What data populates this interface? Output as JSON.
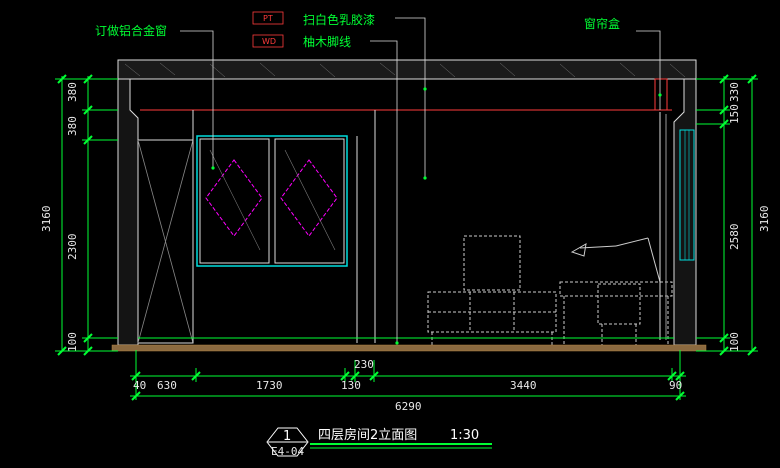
{
  "labels": {
    "window": "订做铝合金窗",
    "paint_code": "PT",
    "paint": "扫白色乳胶漆",
    "skirting_code": "WD",
    "skirting": "柚木脚线",
    "curtain_box": "窗帘盒"
  },
  "dims_left": {
    "d380a": "380",
    "d380b": "380",
    "d2300": "2300",
    "d100": "100",
    "d3160": "3160"
  },
  "dims_right": {
    "d330": "330",
    "d150": "150",
    "d2580": "2580",
    "d100": "100",
    "d3160": "3160"
  },
  "dims_bottom": {
    "d230": "230",
    "d40": "40",
    "d630": "630",
    "d1730": "1730",
    "d130": "130",
    "d3440": "3440",
    "d90": "90",
    "d6290": "6290"
  },
  "title": {
    "number": "1",
    "sheet": "E4-04",
    "text": "四层房间2立面图",
    "scale": "1:30"
  },
  "colors": {
    "dim_line": "#00ff33",
    "text": "#ffffff",
    "tag": "#ff3b3b",
    "accent": "#00ffff",
    "magenta": "#ff00ff"
  }
}
